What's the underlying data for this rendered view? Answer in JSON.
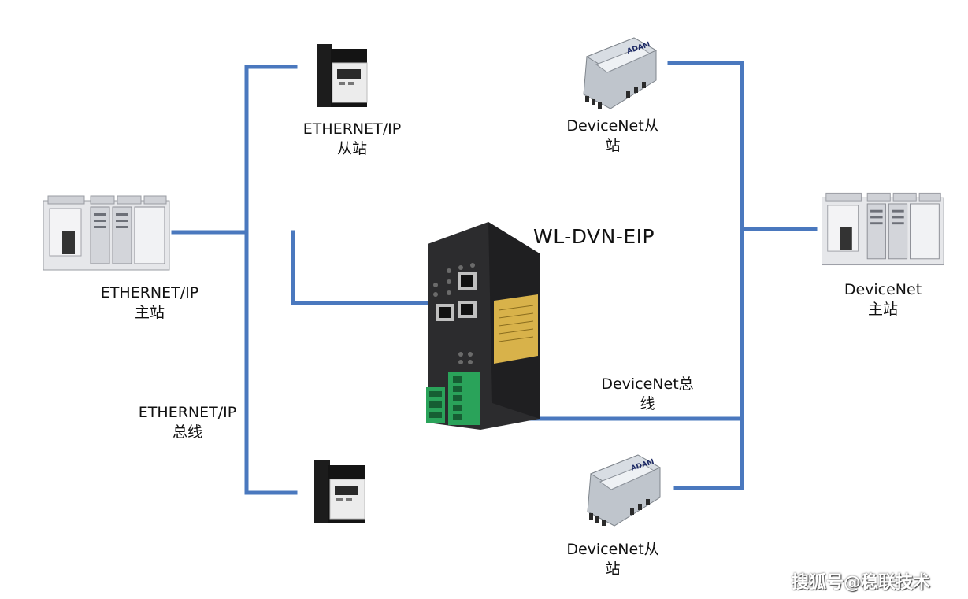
{
  "gateway": {
    "model": "WL-DVN-EIP"
  },
  "ethernet_ip": {
    "master_label": "ETHERNET/IP\n主站",
    "slave_label": "ETHERNET/IP\n从站",
    "bus_label": "ETHERNET/IP\n总线"
  },
  "devicenet": {
    "master_label": "DeviceNet\n主站",
    "slave_label_top": "DeviceNet从\n站",
    "slave_label_bottom": "DeviceNet从\n站",
    "bus_label": "DeviceNet总\n线",
    "module_brand": "ADAM"
  },
  "watermark": "搜狐号@稳联技术",
  "colors": {
    "wire": "#4a78be",
    "gateway_body": "#2c2c2e",
    "nameplate": "#d8b24a",
    "terminal": "#2aa35a"
  }
}
